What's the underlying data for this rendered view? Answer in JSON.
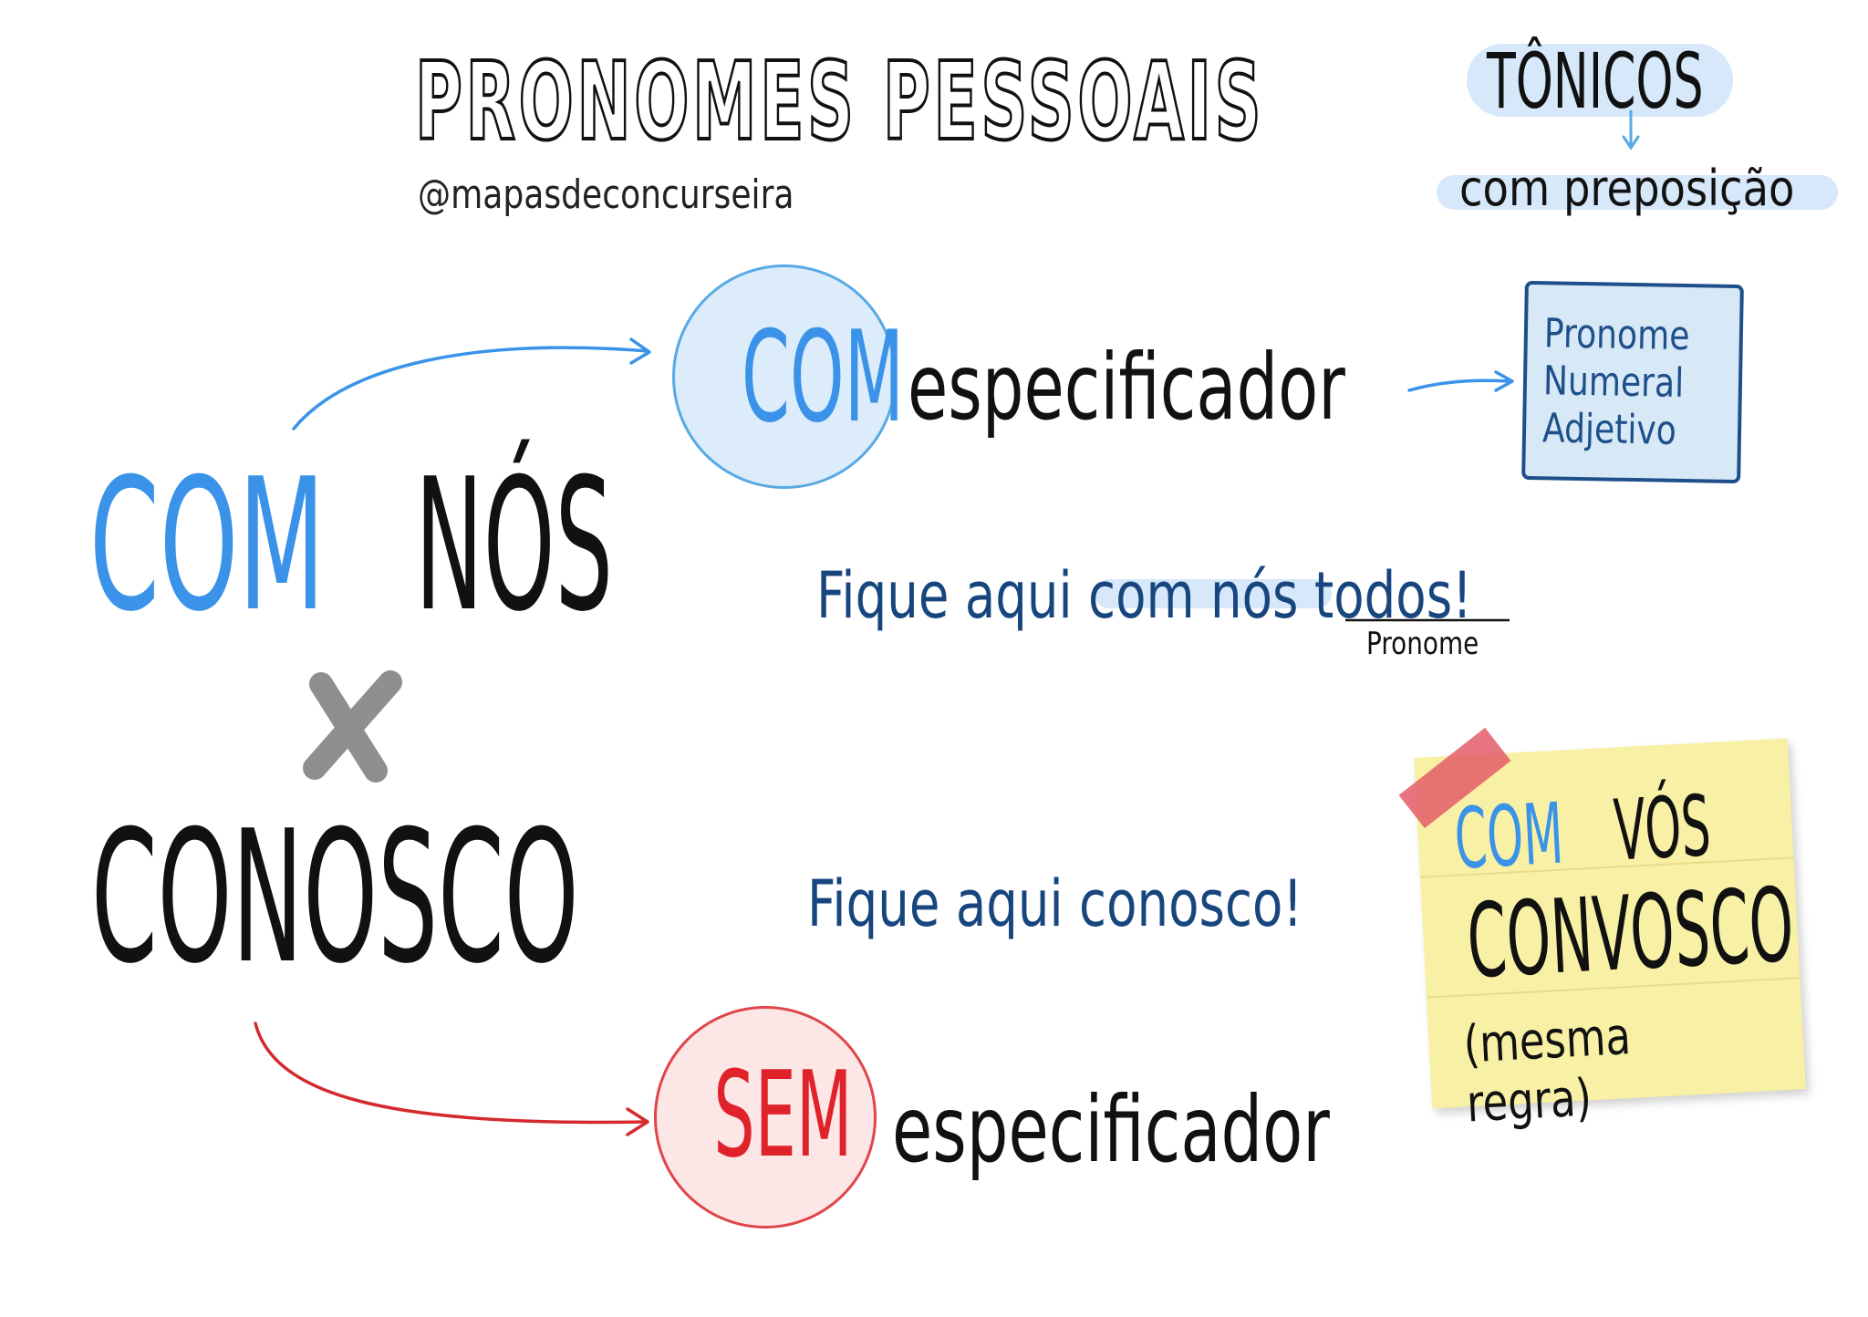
{
  "title": "PRONOMES PESSOAIS",
  "handle": "@mapasdeconcurseira",
  "tonicos": {
    "label": "TÔNICOS",
    "sub": "com preposição"
  },
  "left": {
    "com": "COM",
    "nos": "NÓS",
    "conosco": "CONOSCO"
  },
  "top_branch": {
    "circle_label": "COM",
    "text": "especificador",
    "box_lines": [
      "Pronome",
      "Numeral",
      "Adjetivo"
    ]
  },
  "bottom_branch": {
    "circle_label": "SEM",
    "text": "especificador"
  },
  "examples": {
    "example1": "Fique aqui com nós todos!",
    "example1_note": "Pronome",
    "example2": "Fique aqui conosco!"
  },
  "sticky_note": {
    "com": "COM",
    "vos": "VÓS",
    "convosco": "CONVOSCO",
    "note": "(mesma regra)"
  },
  "colors": {
    "blue": "#3a93e8",
    "dark_blue": "#17467f",
    "red": "#e0222a",
    "sticky": "#f8f0a4",
    "tape": "#e45c6a",
    "gray_x": "#8f8f8f"
  }
}
